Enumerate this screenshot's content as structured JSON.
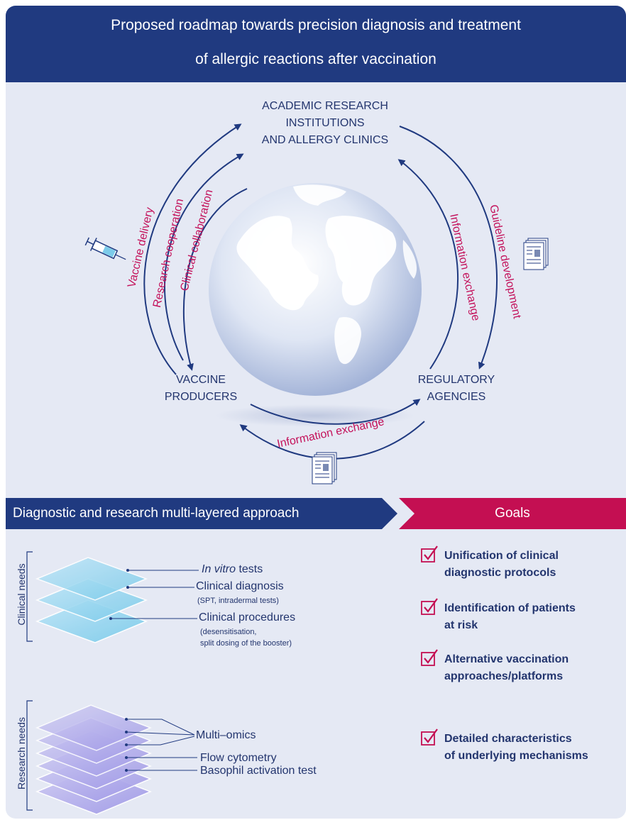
{
  "header": {
    "line1": "Proposed roadmap towards precision diagnosis and treatment",
    "line2": "of allergic reactions after vaccination"
  },
  "nodes": {
    "academic": [
      "ACADEMIC RESEARCH",
      "INSTITUTIONS",
      "AND ALLERGY CLINICS"
    ],
    "producers": [
      "VACCINE",
      "PRODUCERS"
    ],
    "regulatory": [
      "REGULATORY",
      "AGENCIES"
    ]
  },
  "arrows": {
    "vaccine_delivery": "Vaccine delivery",
    "research_cooperation": "Research cooperation",
    "clinical_collaboration": "Clinical collaboration",
    "guideline_development": "Guideline development",
    "information_exchange_right": "Information exchange",
    "information_exchange_bottom": "Information exchange"
  },
  "sections": {
    "approach": "Diagnostic and research multi-layered approach",
    "goals": "Goals"
  },
  "clinical": {
    "label": "Clinical needs",
    "in_vitro_italic": "In vitro",
    "in_vitro_rest": " tests",
    "diagnosis": "Clinical diagnosis",
    "diagnosis_sub": "(SPT, intradermal tests)",
    "procedures": "Clinical procedures",
    "procedures_sub1": "(desensitisation,",
    "procedures_sub2": "split dosing of the booster)"
  },
  "research": {
    "label": "Research needs",
    "multiomics": "Multi–omics",
    "flow": "Flow cytometry",
    "basophil": "Basophil activation test"
  },
  "goals": [
    [
      "Unification of clinical",
      "diagnostic protocols"
    ],
    [
      "Identification of patients",
      "at risk"
    ],
    [
      "Alternative vaccination",
      "approaches/platforms"
    ],
    [
      "Detailed characteristics",
      "of underlying mechanisms"
    ]
  ],
  "colors": {
    "navy": "#203a80",
    "crimson": "#c40f52",
    "background": "#e5e9f4"
  },
  "icons": [
    "syringe-icon",
    "document-icon",
    "globe-icon",
    "checkmark-icon"
  ]
}
